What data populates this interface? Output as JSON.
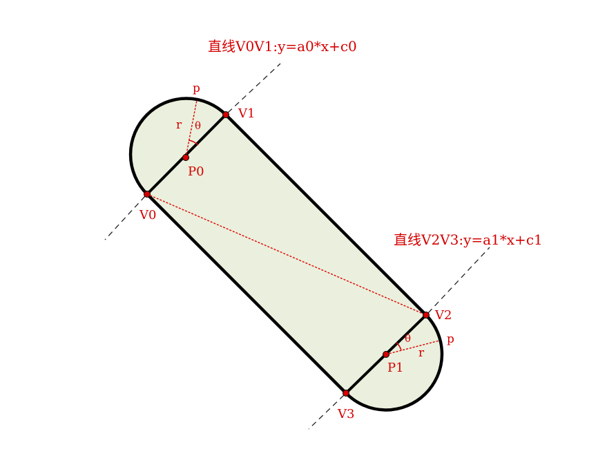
{
  "colors": {
    "label": "#d40000",
    "shape_fill": "#eaf0dd",
    "shape_stroke": "#000000",
    "dashed_line": "#222222",
    "dotted_line": "#e00000",
    "point": "#d40000"
  },
  "labels": {
    "line_v0v1": "直线V0V1:y=a0*x+c0",
    "line_v2v3": "直线V2V3:y=a1*x+c1",
    "v0": "V0",
    "v1": "V1",
    "v2": "V2",
    "v3": "V3",
    "p0": "P0",
    "p1": "P1",
    "p_top": "p",
    "p_bottom": "p",
    "r_top": "r",
    "r_bottom": "r",
    "theta_top": "θ",
    "theta_bottom": "θ"
  }
}
